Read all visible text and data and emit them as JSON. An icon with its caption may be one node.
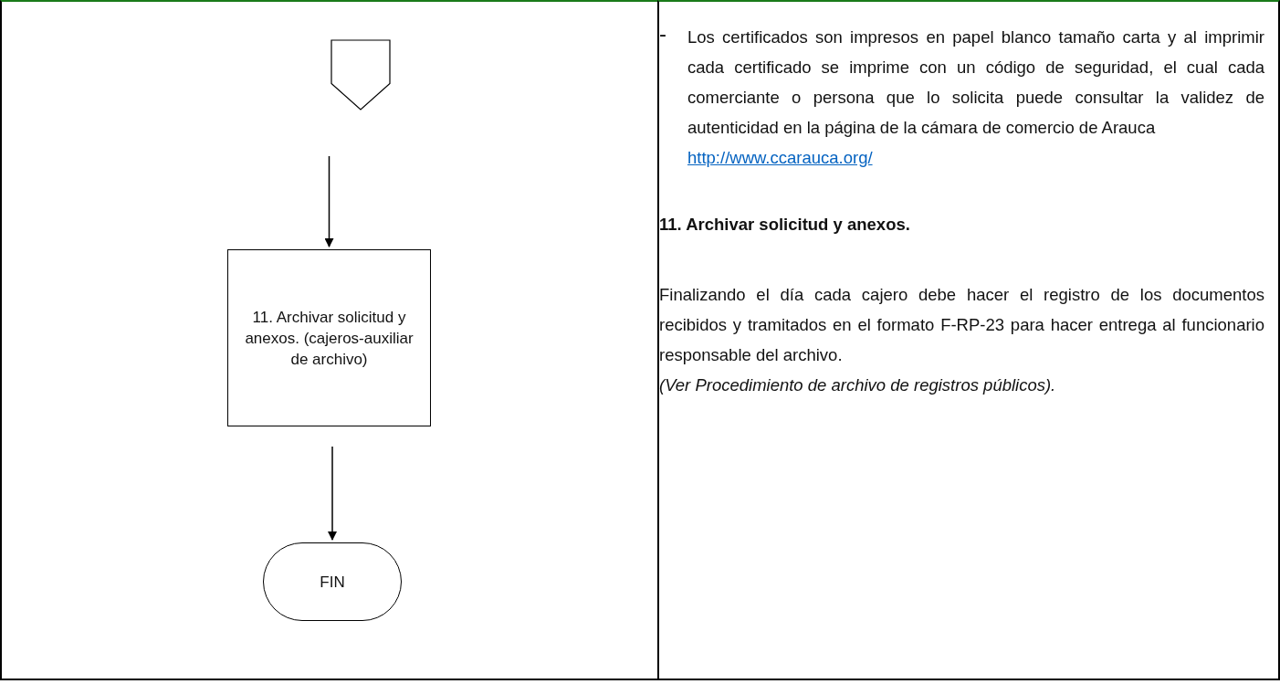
{
  "diagram": {
    "nodes": [
      {
        "text": [],
        "shape": "pentagon"
      },
      {
        "text": [
          "11. Archivar solicitud y anexos. (cajeros-auxiliar de archivo)"
        ]
      },
      {
        "text": [
          "FIN"
        ]
      }
    ],
    "edges": [
      {
        "from": 0,
        "to": 1,
        "arrow": "to"
      },
      {
        "from": 1,
        "to": 2,
        "arrow": "to"
      }
    ],
    "labels": [
      "-",
      "Los certificados son impresos en papel blanco tamaño carta y al imprimir cada certificado se imprime con un código de seguridad, el cual cada comerciante o persona que lo solicita puede consultar la validez de autenticidad en la página de la cámara de comercio de Arauca",
      "http://www.ccarauca.org/",
      "11. Archivar solicitud y anexos.",
      "Finalizando el día cada cajero debe hacer el registro de los documentos recibidos y tramitados en el formato F-RP-23 para hacer entrega al funcionario responsable del archivo.",
      "(Ver Procedimiento de archivo de registros públicos)."
    ]
  }
}
